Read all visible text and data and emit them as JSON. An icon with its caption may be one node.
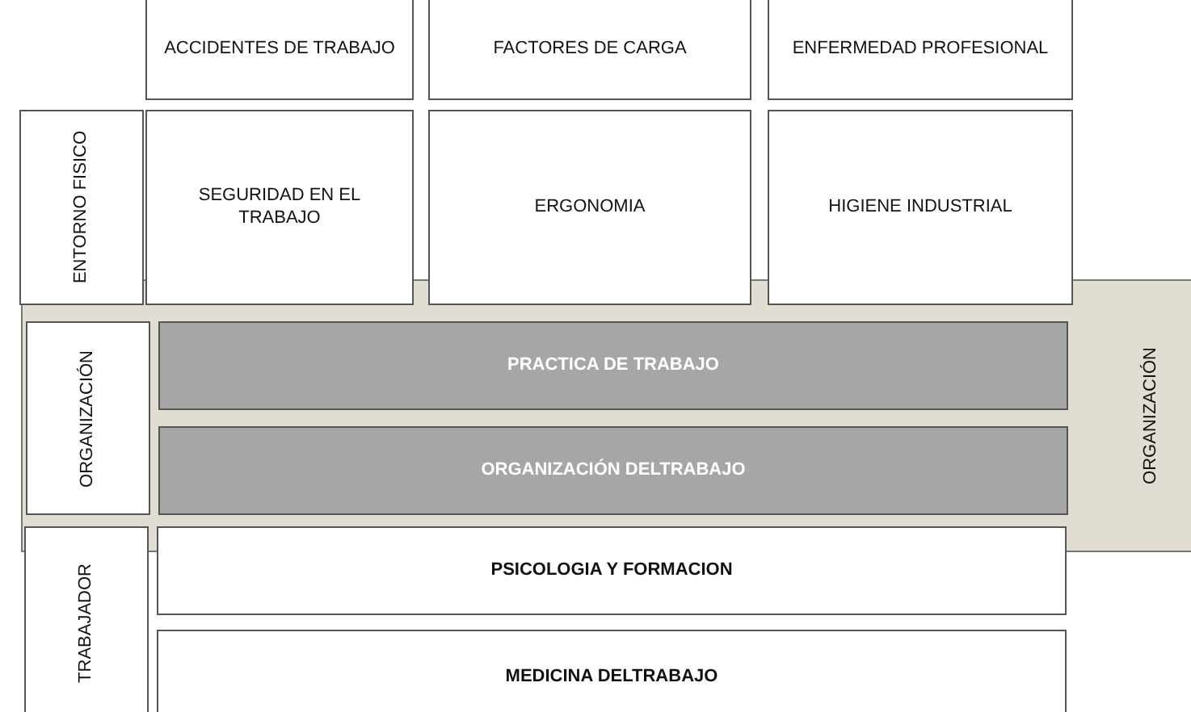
{
  "diagram": {
    "nodes": [
      {
        "text": [
          "ACCIDENTES DE TRABAJO"
        ]
      },
      {
        "text": [
          "FACTORES DE CARGA"
        ]
      },
      {
        "text": [
          "ENFERMEDAD PROFESIONAL"
        ]
      },
      {
        "text": [
          "ENTORNO FISICO"
        ]
      },
      {
        "text": [
          "SEGURIDAD EN EL TRABAJO"
        ]
      },
      {
        "text": [
          "ERGONOMIA"
        ]
      },
      {
        "text": [
          "HIGIENE INDUSTRIAL"
        ]
      },
      {
        "text": [
          "ORGANIZACIÓN"
        ]
      },
      {
        "text": [
          "ORGANIZACIÓN"
        ],
        "in": 7
      },
      {
        "text": [
          "PRACTICA DE TRABAJO"
        ],
        "in": 7
      },
      {
        "text": [
          "ORGANIZACIÓN DELTRABAJO"
        ],
        "in": 7
      },
      {
        "text": [
          "TRABAJADOR"
        ]
      },
      {
        "text": [
          "PSICOLOGIA Y FORMACION"
        ]
      },
      {
        "text": [
          "MEDICINA DELTRABAJO"
        ]
      }
    ]
  }
}
